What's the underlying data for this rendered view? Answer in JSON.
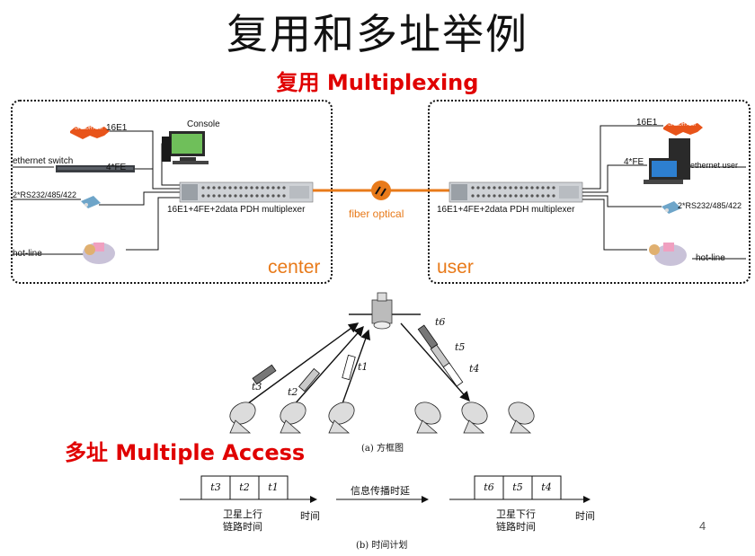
{
  "title": "复用和多址举例",
  "multiplexing": {
    "heading": "复用 Multiplexing",
    "center": {
      "zone_label": "center",
      "mux_label": "16E1+4FE+2data PDH multiplexer",
      "pdh_badge": "PDH/SDH ATM",
      "ports": {
        "e1": "16E1",
        "console": "Console",
        "eth_switch": "ethernet switch",
        "fe": "4*FE",
        "serial": "2*RS232/485/422",
        "hotline": "hot-line"
      }
    },
    "link_label": "fiber optical",
    "user": {
      "zone_label": "user",
      "mux_label": "16E1+4FE+2data PDH multiplexer",
      "pdh_badge": "PDH/SDH ATM",
      "ports": {
        "e1": "16E1",
        "fe": "4*FE",
        "eth_user": "ethernet user",
        "serial": "2*RS232/485/422",
        "hotline": "hot-line"
      }
    }
  },
  "multiple_access": {
    "heading": "多址 Multiple Access",
    "fig_a_caption": "(a)  方框图",
    "uplink_time_labels": [
      "t3",
      "t2",
      "t1"
    ],
    "downlink_time_labels": [
      "t6",
      "t5",
      "t4"
    ],
    "timeline": {
      "uplink_slots": [
        "t3",
        "t2",
        "t1"
      ],
      "downlink_slots": [
        "t6",
        "t5",
        "t4"
      ],
      "delay_label": "信息传播时延",
      "uplink_caption_1": "卫星上行",
      "uplink_caption_2": "链路时间",
      "downlink_caption_1": "卫星下行",
      "downlink_caption_2": "链路时间",
      "axis_label_left": "时间",
      "axis_label_right": "时间"
    },
    "fig_b_caption": "(b)  时间计划"
  },
  "page_number": "4",
  "colors": {
    "accent_red": "#e00000",
    "fiber_orange": "#e87a1a",
    "mux_gray": "#cfd2d6"
  }
}
